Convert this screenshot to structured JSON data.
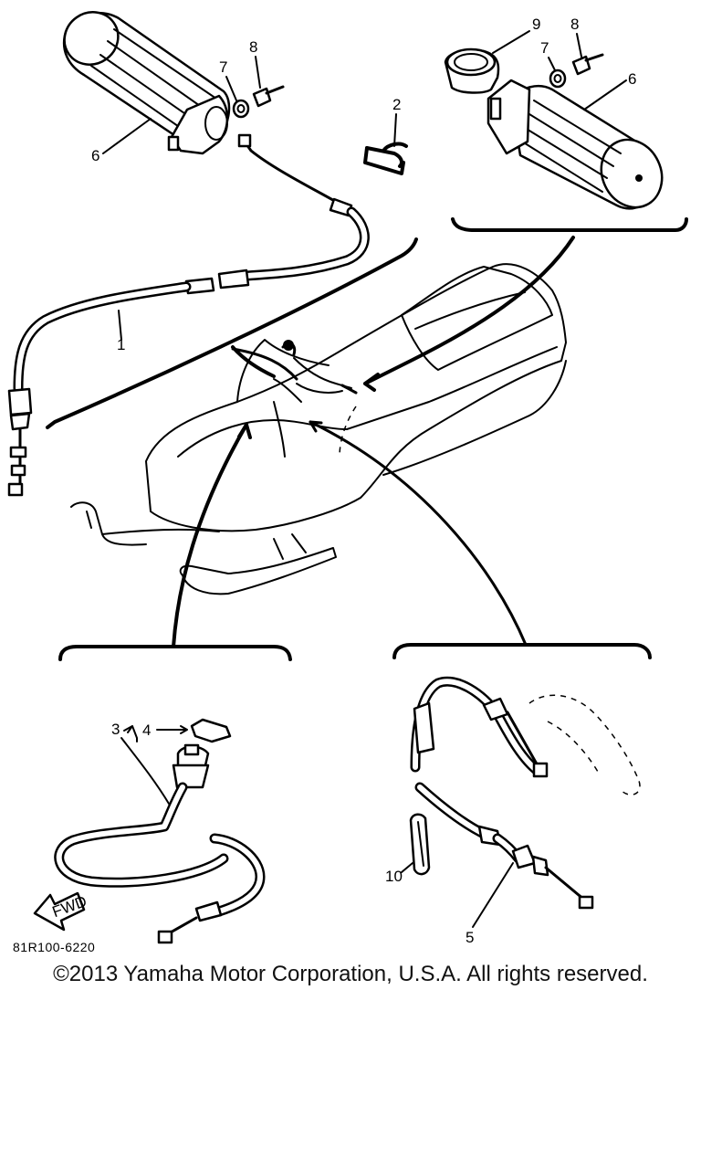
{
  "diagram": {
    "callouts": {
      "c1": "1",
      "c2": "2",
      "c3": "3",
      "c4": "4",
      "c5": "5",
      "c6_left": "6",
      "c6_right": "6",
      "c7_left": "7",
      "c7_right": "7",
      "c8_left": "8",
      "c8_right": "8",
      "c9": "9",
      "c10": "10"
    },
    "fwd_label": "FWD",
    "drawing_code": "81R100-6220"
  },
  "footer": {
    "copyright": "©2013 Yamaha Motor Corporation, U.S.A. All rights reserved."
  }
}
